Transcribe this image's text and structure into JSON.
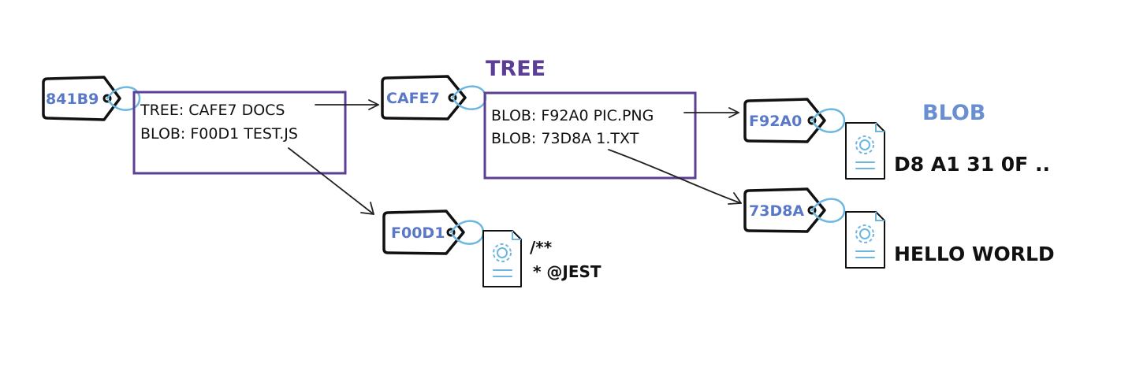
{
  "labels": {
    "tree": "TREE",
    "blob": "BLOB",
    "tree_color": "#5b3f96",
    "blob_color": "#6a8fd0"
  },
  "tags": {
    "commit_tree": "841B9",
    "docs_tree": "CAFE7",
    "test_blob": "F00D1",
    "pic_blob": "F92A0",
    "txt_blob": "73D8A"
  },
  "root_tree": {
    "entries": [
      "TREE: CAFE7 DOCS",
      "BLOB: F00D1  TEST.JS"
    ]
  },
  "docs_tree": {
    "entries": [
      "BLOB: F92A0 PIC.PNG",
      "BLOB: 73D8A 1.TXT"
    ]
  },
  "contents": {
    "test_blob": [
      "/**",
      "* @JEST"
    ],
    "pic_blob": "D8 A1 31 0F ..",
    "txt_blob": "HELLO WORLD"
  },
  "icons": {
    "tag": "tag-icon",
    "document": "document-gear-icon"
  }
}
